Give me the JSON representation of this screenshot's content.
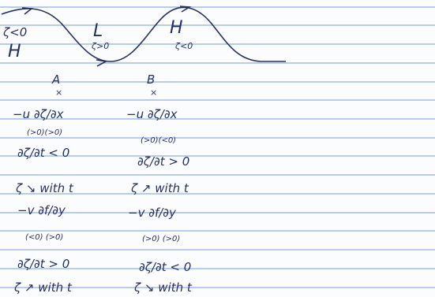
{
  "colors": {
    "rule_line": "#8fb1e4",
    "ink": "#263060"
  },
  "wave": {
    "left_label": "ζ<0",
    "left_high": "H",
    "low_label": "L",
    "low_relation": "ζ>0",
    "right_high": "H",
    "right_relation": "ζ<0"
  },
  "columns": {
    "a": {
      "heading": "A",
      "mark": "×",
      "term1": "−u ∂ζ/∂x",
      "term1_signs": "(>0)(>0)",
      "rate1": "∂ζ/∂t < 0",
      "trend1": "ζ ↘ with t",
      "term2": "−v ∂f/∂y",
      "term2_signs": "(<0) (>0)",
      "rate2": "∂ζ/∂t > 0",
      "trend2": "ζ ↗ with t"
    },
    "b": {
      "heading": "B",
      "mark": "×",
      "term1": "−u ∂ζ/∂x",
      "term1_signs": "(>0)(<0)",
      "rate1": "∂ζ/∂t > 0",
      "trend1": "ζ ↗ with t",
      "term2": "−v ∂f/∂y",
      "term2_signs": "(>0) (>0)",
      "rate2": "∂ζ/∂t < 0",
      "trend2": "ζ ↘ with t"
    }
  }
}
